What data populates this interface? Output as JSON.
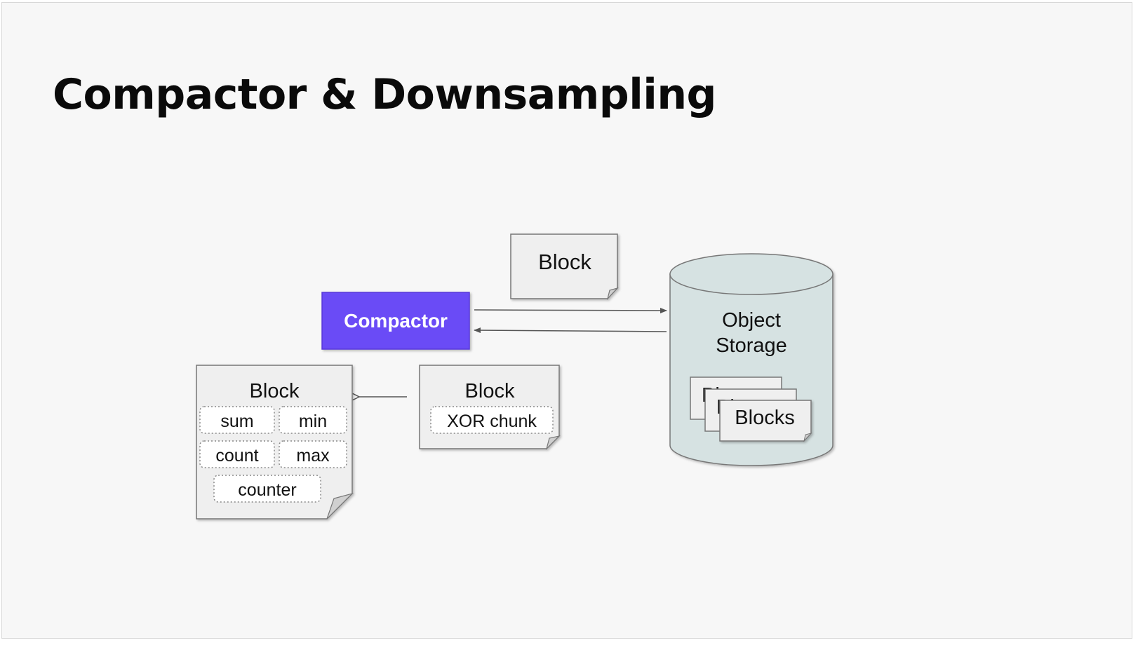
{
  "slide": {
    "title": "Compactor & Downsampling"
  },
  "diagram": {
    "compactor": {
      "label": "Compactor",
      "color": "#6b4cf6"
    },
    "transfer_block": {
      "label": "Block"
    },
    "object_storage": {
      "line1": "Object",
      "line2": "Storage",
      "stack_label": "Blocks",
      "color": "#d6e2e2"
    },
    "raw_block": {
      "label": "Block",
      "chunk": "XOR chunk"
    },
    "downsampled_block": {
      "label": "Block",
      "aggregates": [
        "sum",
        "min",
        "count",
        "max",
        "counter"
      ]
    }
  }
}
